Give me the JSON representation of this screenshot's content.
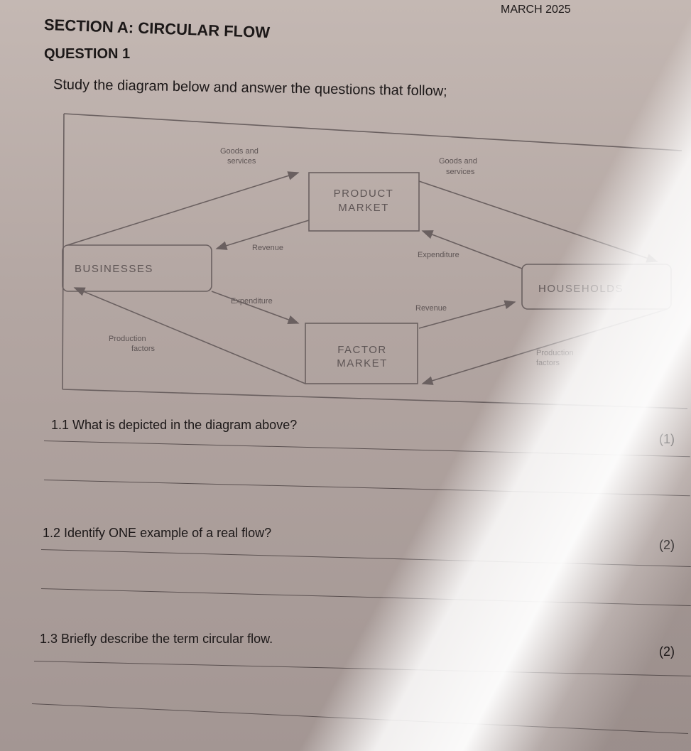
{
  "header": {
    "date": "MARCH 2025",
    "section": "SECTION A: CIRCULAR FLOW",
    "question": "QUESTION 1",
    "instruction": "Study the diagram below and answer the questions that follow;"
  },
  "diagram": {
    "product_market": [
      "PRODUCT",
      "MARKET"
    ],
    "factor_market": [
      "FACTOR",
      "MARKET"
    ],
    "businesses": "BUSINESSES",
    "households": "HOUSEHOLDS",
    "labels": {
      "goods_left": [
        "Goods and",
        "services"
      ],
      "goods_right": [
        "Goods and",
        "services"
      ],
      "revenue_top": "Revenue",
      "expenditure_top": "Expenditure",
      "expenditure_bottom": "Expenditure",
      "revenue_bottom": "Revenue",
      "production_left": [
        "Production",
        "factors"
      ],
      "production_right": [
        "Production",
        "factors"
      ]
    }
  },
  "questions": [
    {
      "text": "1.1 What is depicted in the diagram above?",
      "marks": "(1)"
    },
    {
      "text": "1.2 Identify ONE example of a real  flow?",
      "marks": "(2)"
    },
    {
      "text": "1.3 Briefly describe the term circular flow.",
      "marks": "(2)"
    }
  ]
}
